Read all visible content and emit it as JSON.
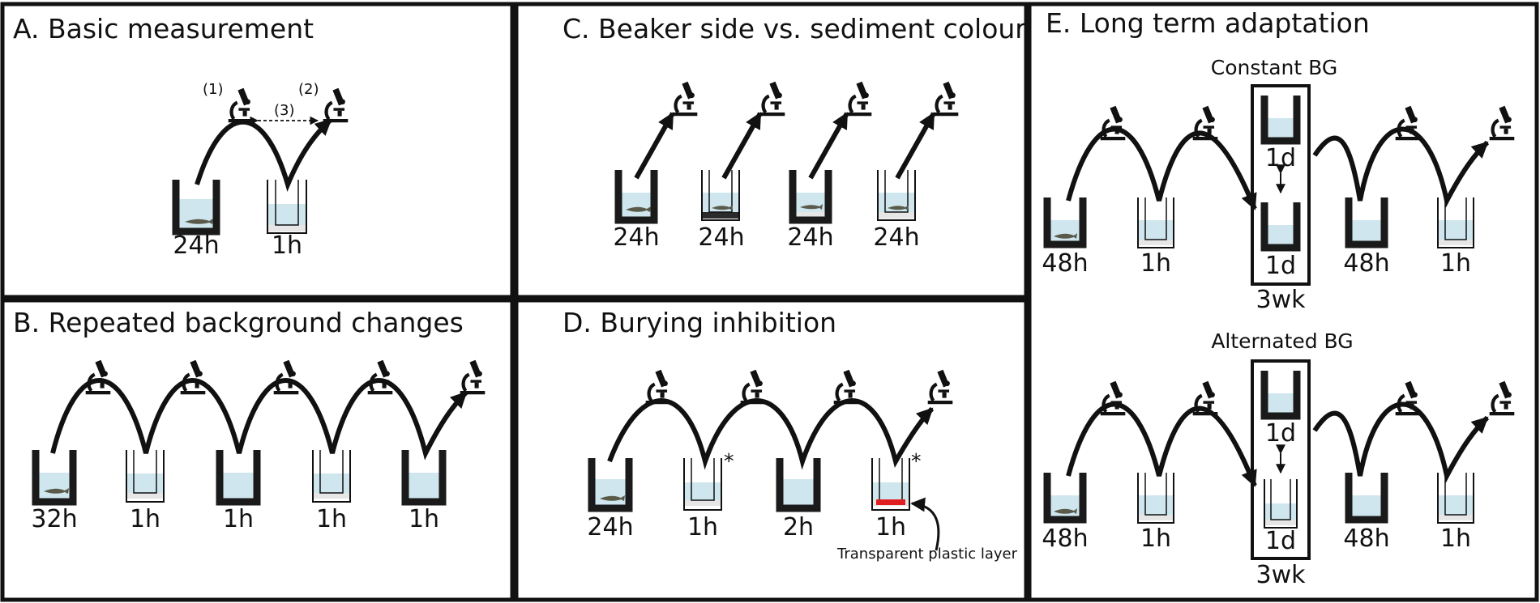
{
  "panels": {
    "a": {
      "title": "A. Basic measurement",
      "beakers": [
        "24h",
        "1h"
      ],
      "markers": [
        "(1)",
        "(2)",
        "(3)"
      ]
    },
    "b": {
      "title": "B. Repeated background changes",
      "beakers": [
        "32h",
        "1h",
        "1h",
        "1h",
        "1h"
      ]
    },
    "c": {
      "title": "C. Beaker side vs. sediment colour",
      "beakers": [
        "24h",
        "24h",
        "24h",
        "24h"
      ]
    },
    "d": {
      "title": "D. Burying inhibition",
      "beakers": [
        "24h",
        "1h",
        "2h",
        "1h"
      ],
      "asterisk": "*",
      "note": "Transparent plastic layer"
    },
    "e": {
      "title": "E. Long term adaptation",
      "constant": {
        "label": "Constant BG",
        "beakers": [
          "48h",
          "1h",
          "1d",
          "1d",
          "48h",
          "1h"
        ],
        "duration": "3wk"
      },
      "alternated": {
        "label": "Alternated BG",
        "beakers": [
          "48h",
          "1h",
          "1d",
          "1d",
          "48h",
          "1h"
        ],
        "duration": "3wk"
      }
    }
  },
  "colors": {
    "dark_beaker": "#1a1a1a",
    "water": "#cfe6ef",
    "sediment_light": "#e6e6e6",
    "sediment_dark": "#2b2b2b",
    "plastic_layer": "#e02020"
  }
}
